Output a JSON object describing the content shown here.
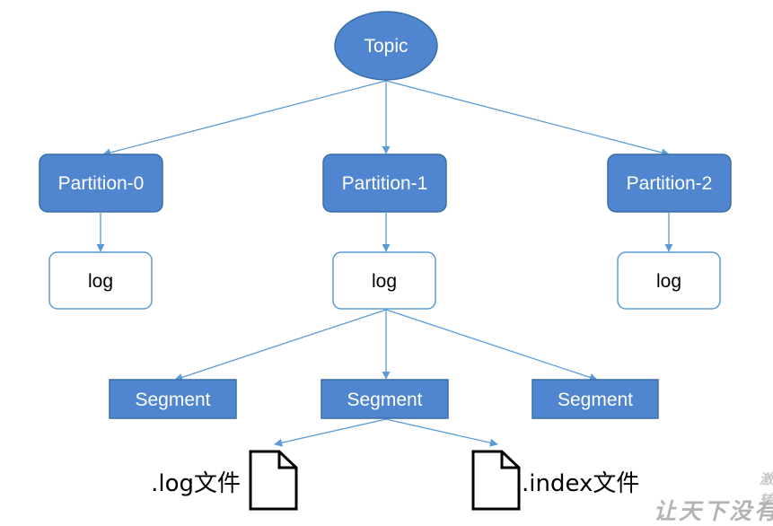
{
  "topic": {
    "label": "Topic"
  },
  "partitions": [
    {
      "label": "Partition-0",
      "log_label": "log"
    },
    {
      "label": "Partition-1",
      "log_label": "log"
    },
    {
      "label": "Partition-2",
      "log_label": "log"
    }
  ],
  "segments": [
    {
      "label": "Segment"
    },
    {
      "label": "Segment"
    },
    {
      "label": "Segment"
    }
  ],
  "files": {
    "log_file": ".log文件",
    "index_file": ".index文件"
  },
  "watermark": {
    "bottom": "让天下没有",
    "side_1": "激",
    "side_2": "转"
  },
  "colors": {
    "node_fill": "#4f86cf",
    "node_stroke": "#3a6ea5",
    "arrow": "#5b9bd5",
    "log_border": "#5b9bd5"
  }
}
